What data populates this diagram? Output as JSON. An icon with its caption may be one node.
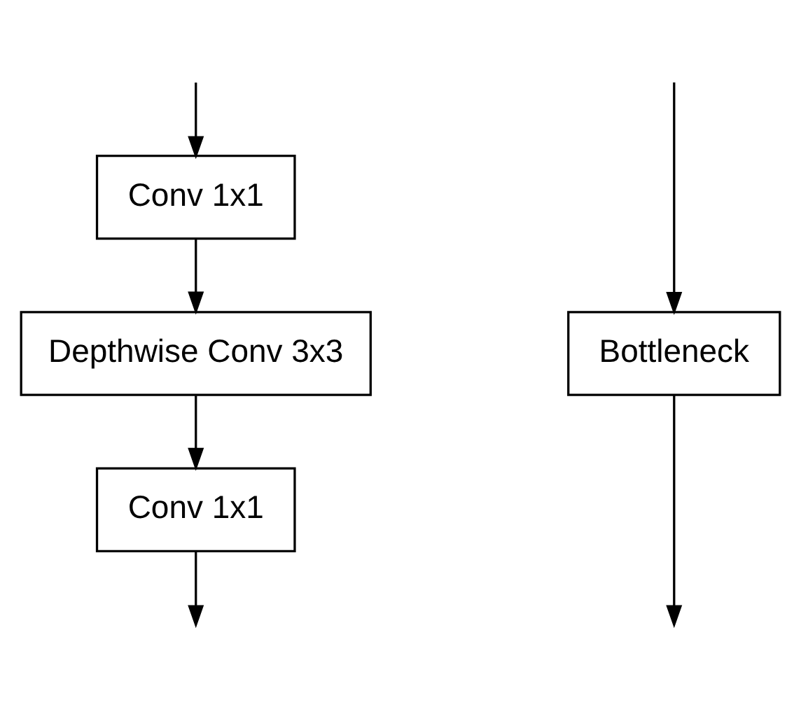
{
  "diagram": {
    "nodes": [
      {
        "text": [
          "Conv 1x1"
        ]
      },
      {
        "text": [
          "Depthwise Conv 3x3"
        ]
      },
      {
        "text": [
          "Conv 1x1"
        ]
      },
      {
        "text": [
          "Bottleneck"
        ]
      }
    ],
    "edges": [
      {
        "from": null,
        "to": 0,
        "arrow": "to"
      },
      {
        "from": 0,
        "to": 1,
        "arrow": "to"
      },
      {
        "from": 1,
        "to": 2,
        "arrow": "to"
      },
      {
        "from": 2,
        "to": null,
        "arrow": "to"
      },
      {
        "from": 3,
        "to": null,
        "arrow": "to"
      },
      {
        "from": null,
        "to": 3,
        "arrow": "to"
      }
    ]
  }
}
